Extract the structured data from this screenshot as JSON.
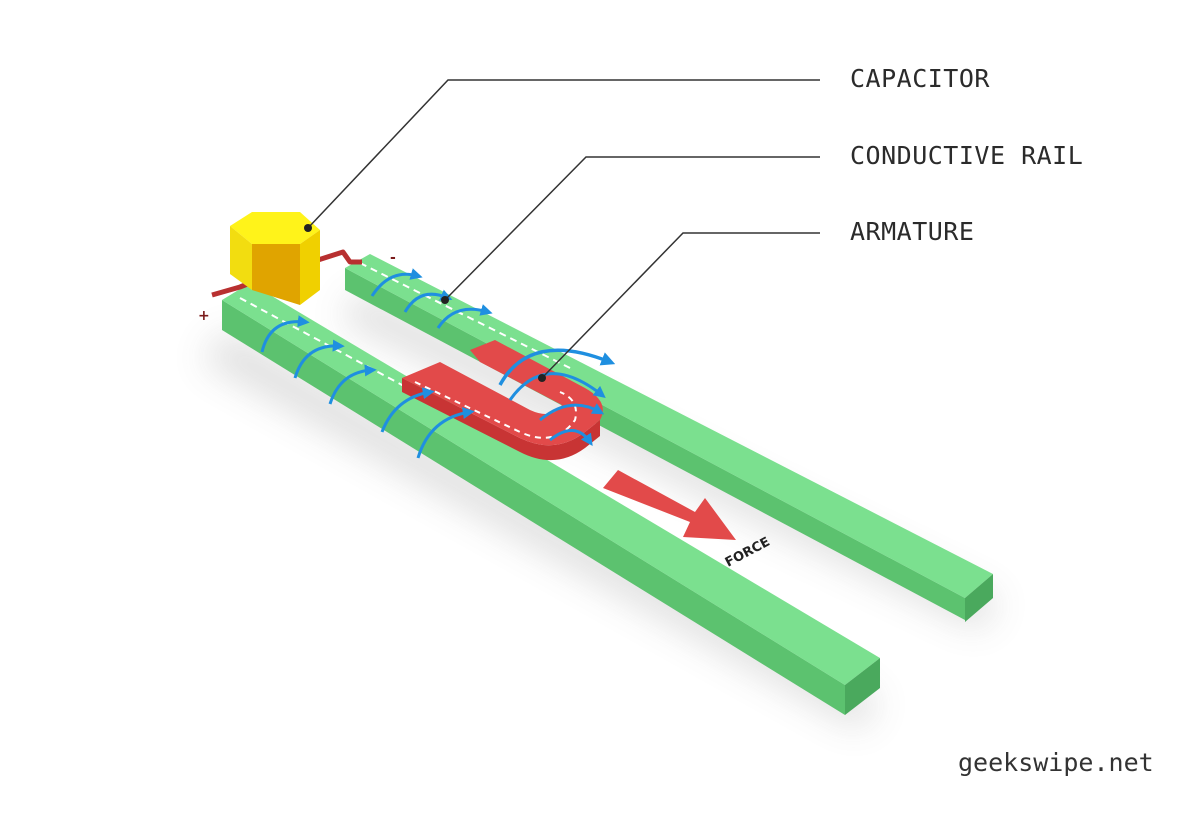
{
  "labels": {
    "capacitor": "CAPACITOR",
    "rail": "CONDUCTIVE RAIL",
    "armature": "ARMATURE"
  },
  "force_label": "FORCE",
  "polarity": {
    "positive": "+",
    "negative": "-"
  },
  "watermark": "geekswipe.net",
  "colors": {
    "rail_top": "#7be08f",
    "rail_side": "#5cc26f",
    "rail_end": "#4aa95d",
    "armature": "#e24a4a",
    "armature_side": "#c83434",
    "capacitor_top": "#fff31a",
    "capacitor_front": "#e0a400",
    "capacitor_side": "#f0d000",
    "field_lines": "#1f8fe0",
    "wire": "#b83030",
    "leader_lines": "#333333"
  },
  "icons": [
    "capacitor-icon",
    "armature-icon",
    "field-arrow-icon",
    "force-arrow-icon"
  ]
}
